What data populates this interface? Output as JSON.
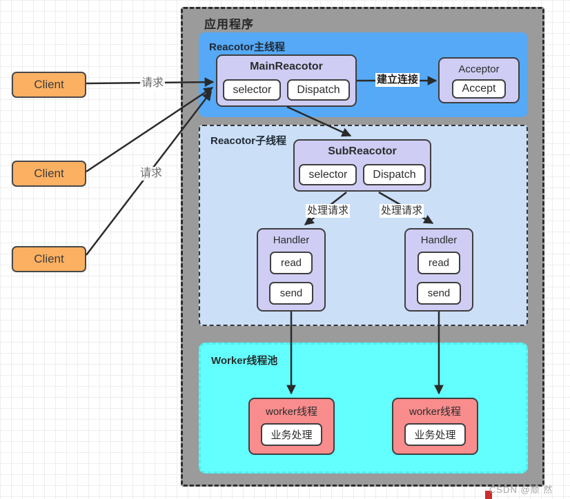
{
  "app": {
    "title": "应用程序"
  },
  "clients": [
    {
      "label": "Client"
    },
    {
      "label": "Client"
    },
    {
      "label": "Client"
    }
  ],
  "main_thread": {
    "title": "Reacotor主线程",
    "main_reactor": {
      "title": "MainReacotor",
      "selector": "selector",
      "dispatch": "Dispatch"
    },
    "acceptor": {
      "title": "Acceptor",
      "accept": "Accept"
    }
  },
  "sub_thread": {
    "title": "Reacotor子线程",
    "sub_reactor": {
      "title": "SubReacotor",
      "selector": "selector",
      "dispatch": "Dispatch"
    },
    "handler1": {
      "title": "Handler",
      "read": "read",
      "send": "send"
    },
    "handler2": {
      "title": "Handler",
      "read": "read",
      "send": "send"
    }
  },
  "worker_pool": {
    "title": "Worker线程池",
    "worker1": {
      "title": "worker线程",
      "task": "业务处理"
    },
    "worker2": {
      "title": "worker线程",
      "task": "业务处理"
    }
  },
  "edge_labels": {
    "request1": "请求",
    "request2": "请求",
    "connect": "建立连接",
    "handle1": "处理请求",
    "handle2": "处理请求"
  },
  "watermark": "CSDN @颓 然",
  "colors": {
    "container_gray": "#9b9b9b",
    "main_thread_blue": "#55a9f6",
    "sub_thread_blue": "#cbdff7",
    "worker_cyan": "#63ffff",
    "node_lavender": "#cfcdf4",
    "client_orange": "#fbb062",
    "worker_pink": "#f98c8c",
    "arrow_dark": "#2a2a2a"
  }
}
